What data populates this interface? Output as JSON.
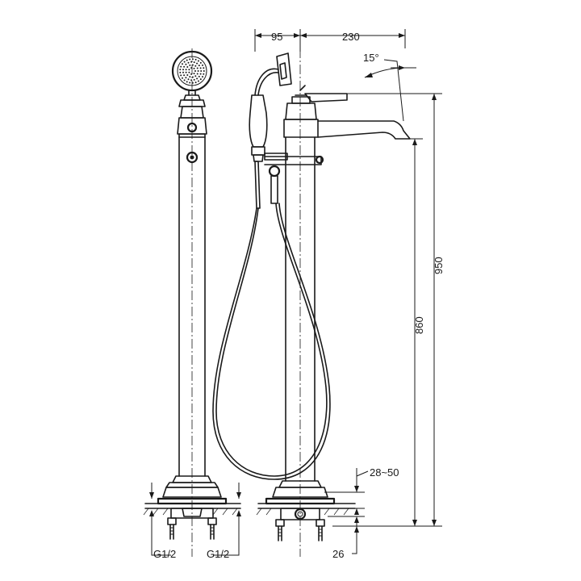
{
  "dimensions": {
    "top_width_left": "95",
    "top_width_right": "230",
    "angle": "15°",
    "height_total": "950",
    "height_spout": "860",
    "depth_range": "28~50",
    "bottom_offset": "26",
    "inlet_left_a": "G1/2",
    "inlet_left_b": "G1/2"
  }
}
